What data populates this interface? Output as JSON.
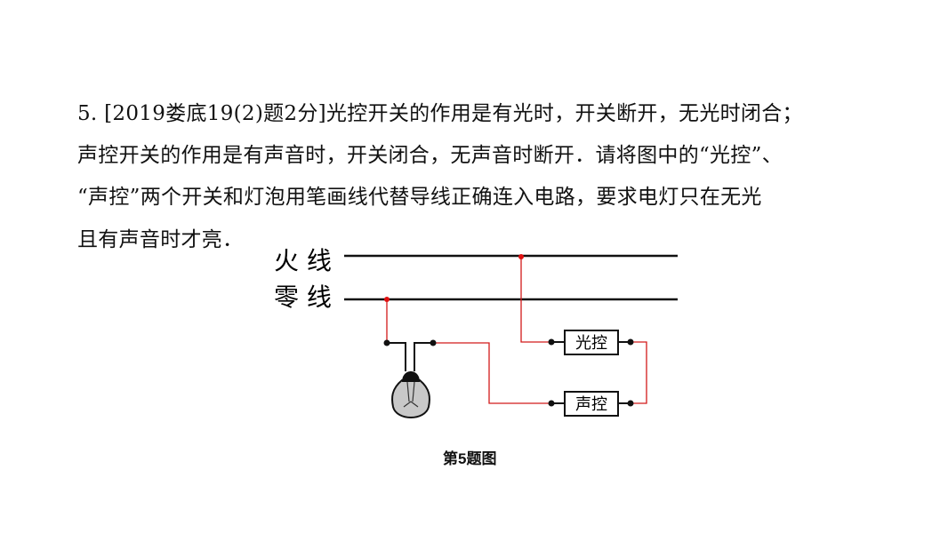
{
  "question": {
    "lines": [
      "5. [2019娄底19(2)题2分]光控开关的作用是有光时，开关断开，无光时闭合；",
      "声控开关的作用是有声音时，开关闭合，无声音时断开．请将图中的“光控”、",
      "“声控”两个开关和灯泡用笔画线代替导线正确连入电路，要求电灯只在无光",
      "且有声音时才亮．"
    ]
  },
  "diagram": {
    "live_label": "火 线",
    "neutral_label": "零 线",
    "light_switch": "光控",
    "sound_switch": "声控",
    "wire_color": "#d21a1a",
    "caption": "第5题图"
  }
}
